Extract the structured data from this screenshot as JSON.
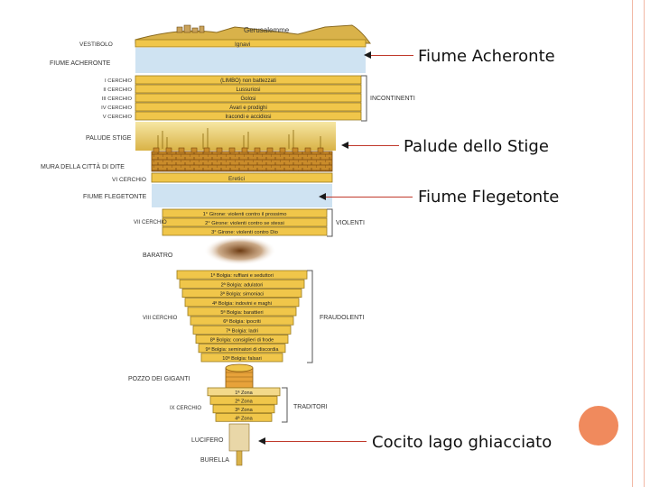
{
  "diagram": {
    "top_label": "Gerusalemme",
    "ignavi": "Ignavi",
    "left_labels": {
      "vestibolo": "VESTIBOLO",
      "fiume_acheronte": "FIUME ACHERONTE",
      "palude_stige": "PALUDE STIGE",
      "mura_dite": "MURA DELLA CITTÀ DI DITE",
      "vi_cerchio": "VI CERCHIO",
      "fiume_flegetonte": "FIUME FLEGETONTE",
      "vii_cerchio": "VII CERCHIO",
      "baratro": "BARATRO",
      "viii_cerchio": "VIII CERCHIO",
      "pozzo_giganti": "POZZO DEI GIGANTI",
      "ix_cerchio": "IX CERCHIO",
      "lucifero": "LUCIFERO",
      "burella": "BURELLA"
    },
    "upper_circles": [
      "I CERCHIO",
      "II CERCHIO",
      "III CERCHIO",
      "IV CERCHIO",
      "V CERCHIO"
    ],
    "upper_bands": [
      "(LIMBO) non battezzati",
      "Lussuriosi",
      "Golosi",
      "Avari e prodighi",
      "Iracondi e accidiosi"
    ],
    "eretici": "Eretici",
    "gironi": [
      "1° Girone: violenti contro il prossimo",
      "2° Girone: violenti contro se stessi",
      "3° Girone: violenti contro Dio"
    ],
    "bolge": [
      "1ª Bolgia: ruffiani e seduttori",
      "2ª Bolgia: adulatori",
      "3ª Bolgia: simoniaci",
      "4ª Bolgia: indovini e maghi",
      "5ª Bolgia: barattieri",
      "6ª Bolgia: ipocriti",
      "7ª Bolgia: ladri",
      "8ª Bolgia: consiglieri di frode",
      "9ª Bolgia: seminatori di discordia",
      "10ª Bolgia: falsari"
    ],
    "zone": [
      "1ª Zona",
      "2ª Zona",
      "3ª Zona",
      "4ª Zona"
    ],
    "right_labels": {
      "incontinenti": "INCONTINENTI",
      "violenti": "VIOLENTI",
      "fraudolenti": "FRAUDOLENTI",
      "traditori": "TRADITORI"
    }
  },
  "callouts": {
    "acheronte": "Fiume Acheronte",
    "stige": "Palude dello Stige",
    "flegetonte": "Fiume Flegetonte",
    "cocito": "Cocito lago ghiacciato"
  },
  "colors": {
    "band": "#f0c64a",
    "band_edge": "#9a7a1c",
    "water": "#cfe3f2",
    "wall": "#c98b2a",
    "arrow": "#c0392b",
    "accent": "#f08a5d",
    "side_line": "#f2b8a4"
  }
}
